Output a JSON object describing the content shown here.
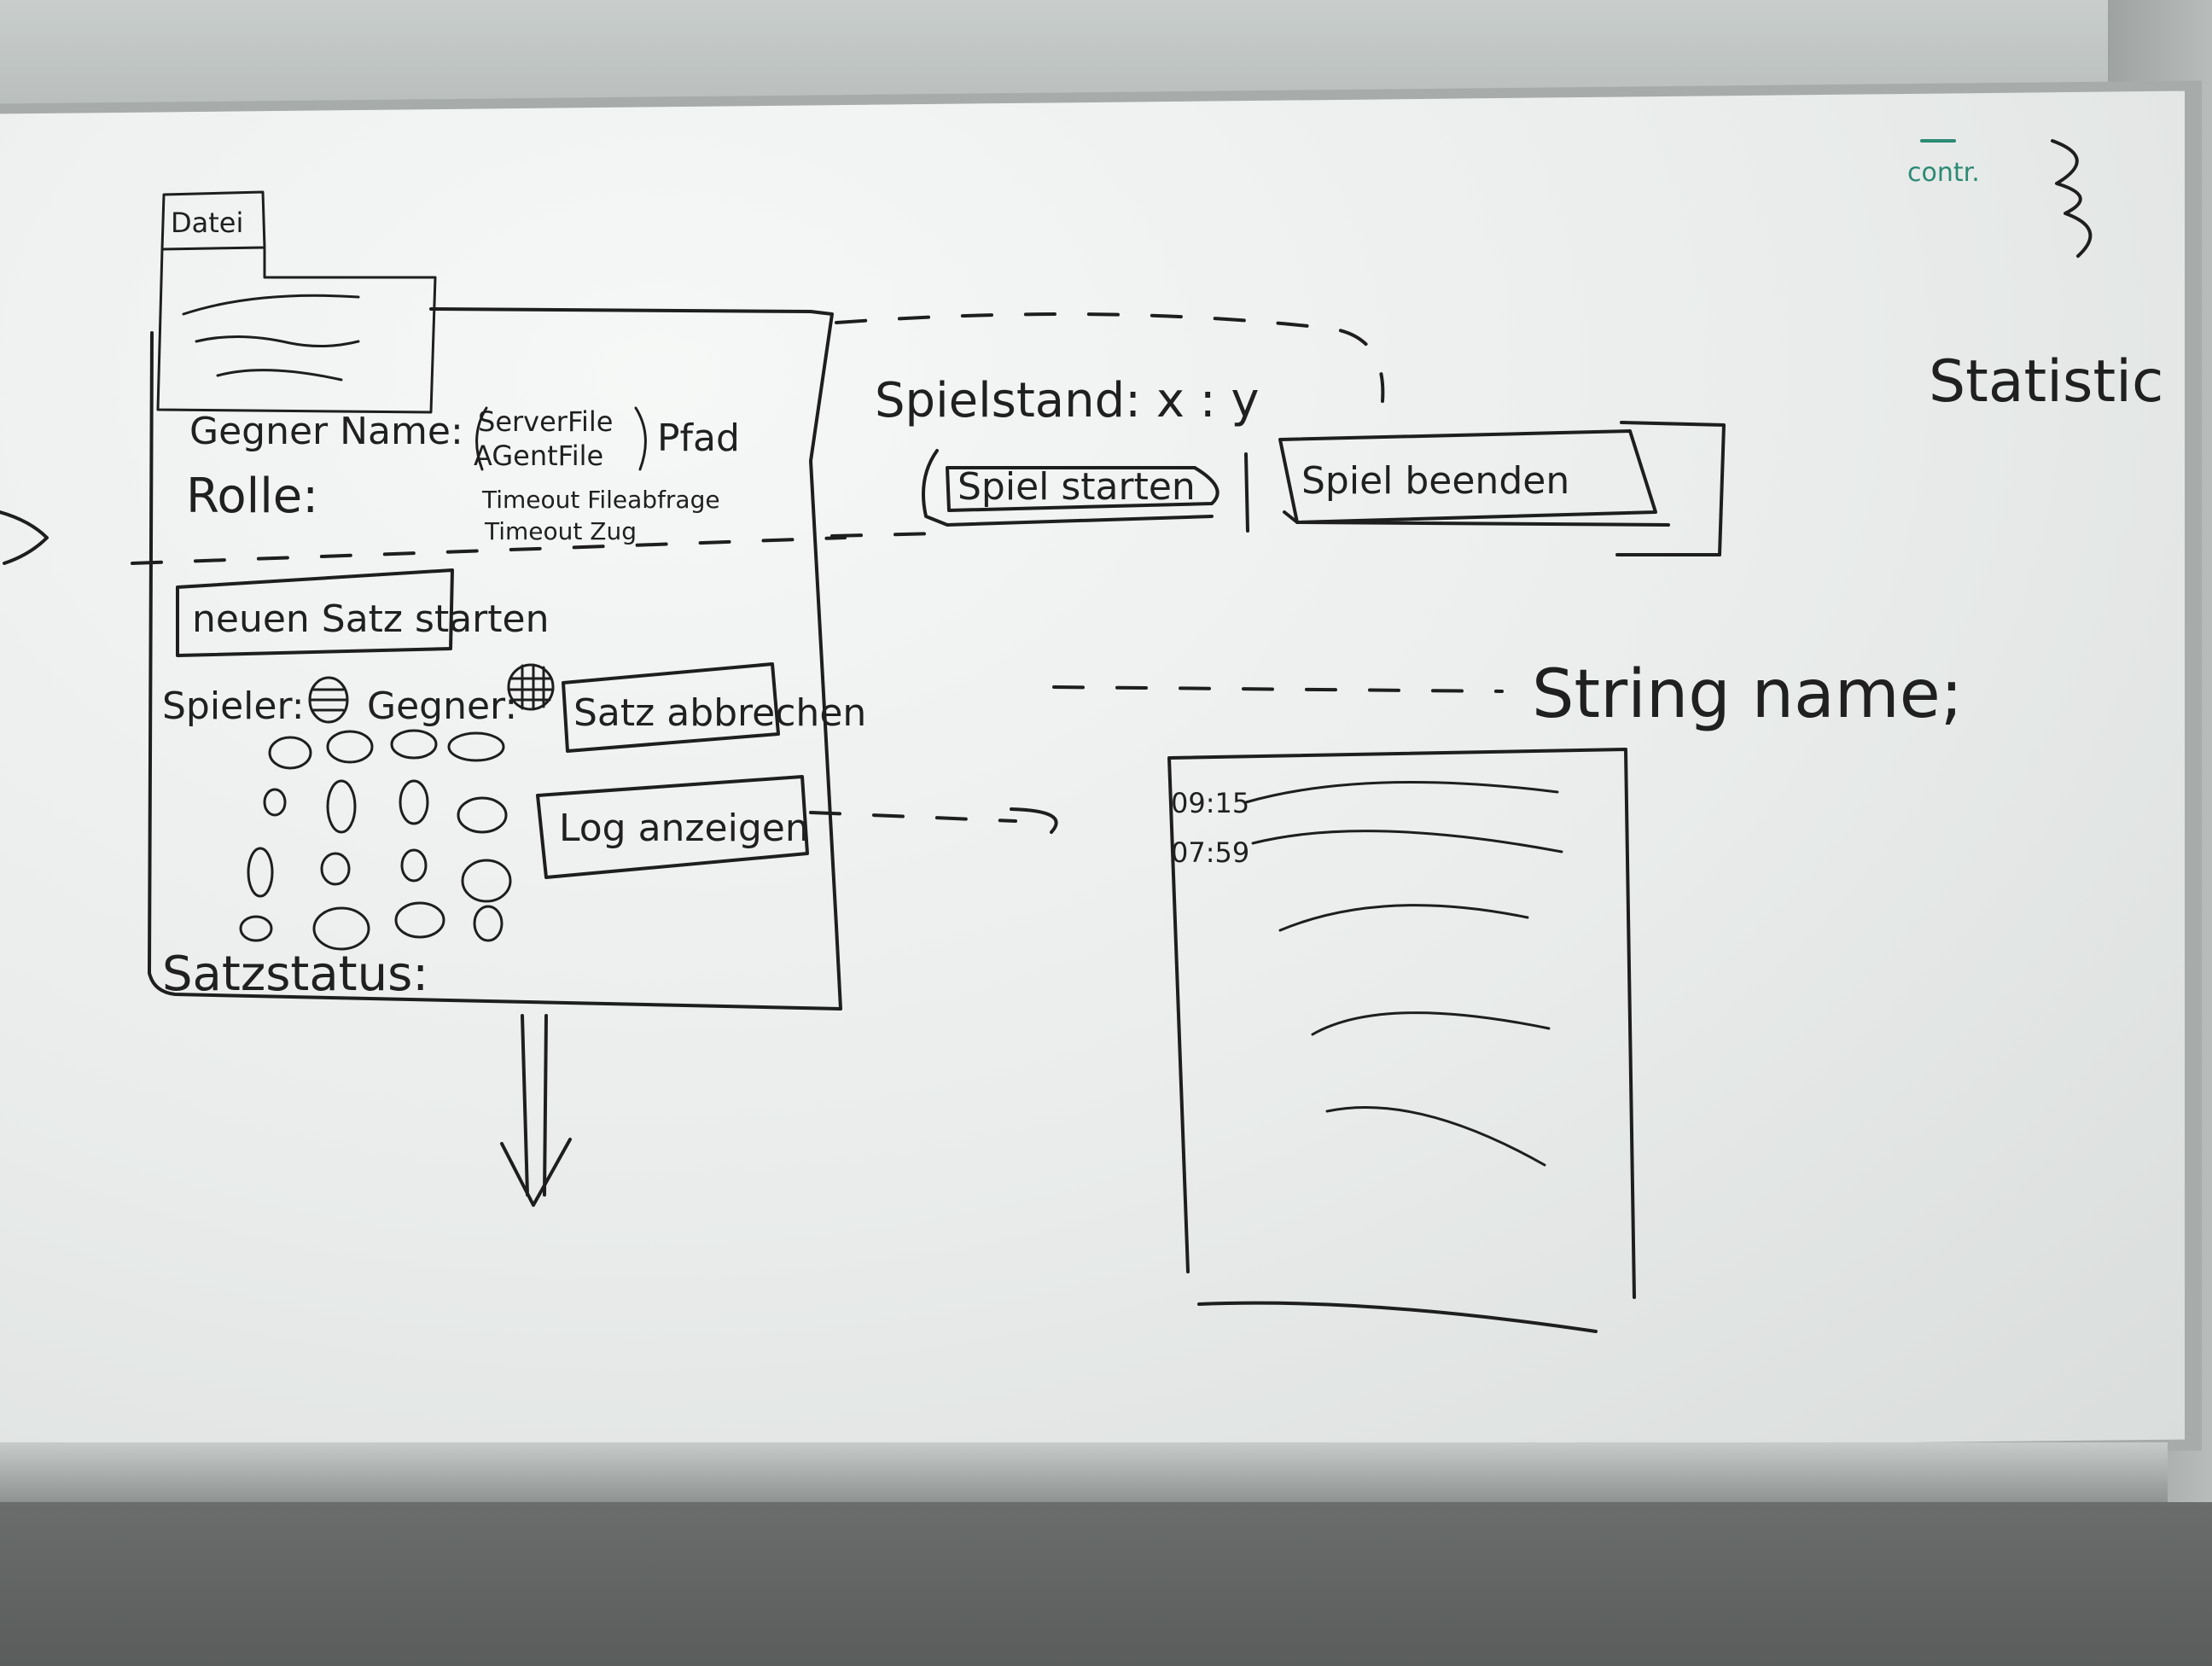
{
  "board": {
    "window_tab": "Datei",
    "form": {
      "labels": {
        "gegner_name": "Gegner Name:",
        "rolle": "Rolle:",
        "serverfile": "ServerFile",
        "agentfile": "AGentFile",
        "pfad": "Pfad",
        "timeout_file": "Timeout Fileabfrage",
        "timeout_zug": "Timeout Zug",
        "spieler": "Spieler:",
        "gegner": "Gegner:",
        "satzstatus": "Satzstatus:"
      },
      "buttons": {
        "neuen_satz": "neuen Satz starten",
        "satz_abbrechen": "Satz abbrechen",
        "log_anzeigen": "Log anzeigen"
      }
    },
    "game_panel": {
      "spielstand_label": "Spielstand: x : y",
      "spiel_starten": "Spiel starten",
      "spiel_beenden": "Spiel beenden"
    },
    "right_notes": {
      "statistic": "Statistic",
      "string_name": "String name;",
      "corner_note": "contr."
    },
    "log_panel": {
      "entries": [
        "09:15",
        "07:59"
      ]
    },
    "colors": {
      "ink": "#1e1e1e",
      "marker_teal": "#2c8a74"
    }
  }
}
